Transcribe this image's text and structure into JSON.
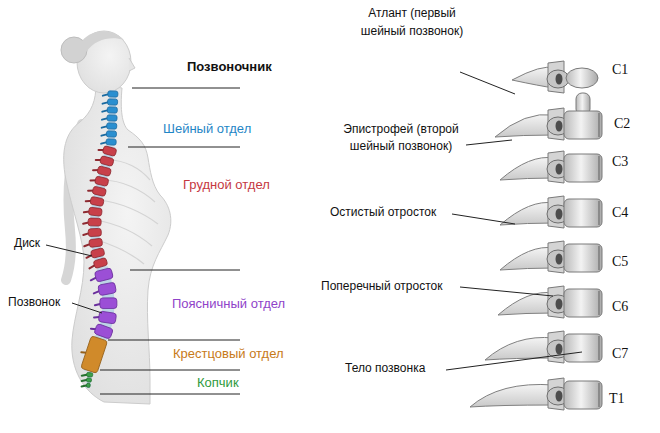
{
  "diagram": {
    "labels": [
      "Позвоночник",
      "Шейный отдел",
      "Грудной отдел",
      "Диск",
      "Позвонок",
      "Поясничный отдел",
      "Крестцовый отдел",
      "Копчик",
      "Атлант (первый шейный позвонок)",
      "C1",
      "Эпистрофей (второй шейный позвонок)",
      "C2",
      "C3",
      "Остистый отросток",
      "C4",
      "C5",
      "Поперечный отросток",
      "C6",
      "C7",
      "Тело позвонка",
      "T1"
    ]
  }
}
